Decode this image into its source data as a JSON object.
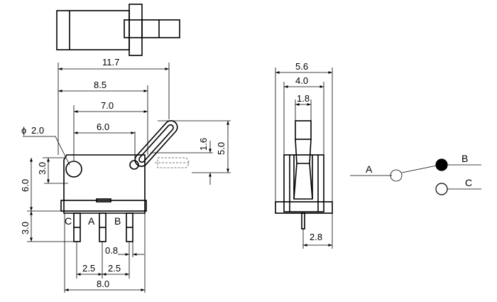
{
  "top_view": {},
  "front_view": {
    "dims": {
      "overall_length": "11.7",
      "body_to_lever": "8.5",
      "width_7": "7.0",
      "width_6": "6.0",
      "hole_dia": "2.0",
      "height_3_top": "3.0",
      "height_6": "6.0",
      "pin_length": "3.0",
      "lever_travel": "1.6",
      "lever_height": "5.0",
      "pin_width": "0.8",
      "pitch_1": "2.5",
      "pitch_2": "2.5",
      "body_width": "8.0"
    },
    "phi_symbol": "ϕ",
    "pins": [
      "C",
      "A",
      "B"
    ]
  },
  "side_view": {
    "dims": {
      "w56": "5.6",
      "w40": "4.0",
      "w18": "1.8",
      "w28": "2.8"
    }
  },
  "schematic": {
    "labels": {
      "a": "A",
      "b": "B",
      "c": "C"
    },
    "colors": {
      "closed_contact": "#000000",
      "open_contact": "#ffffff"
    }
  }
}
